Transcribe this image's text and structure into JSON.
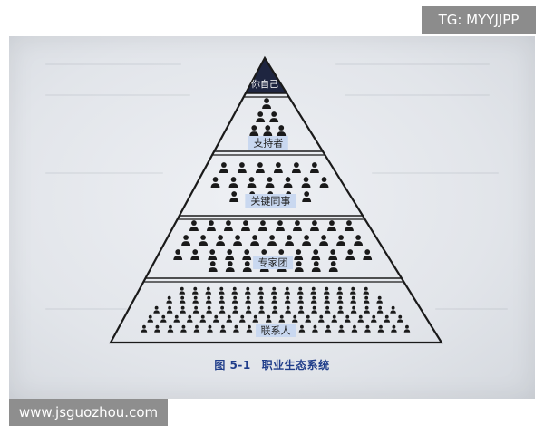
{
  "watermark_top": "TG: MYYJJPP",
  "watermark_bottom": "www.jsguozhou.com",
  "figure": {
    "caption_number": "图 5-1",
    "caption_title": "职业生态系统",
    "tiers": [
      {
        "label": "你自己",
        "icon_rows": []
      },
      {
        "label": "支持者",
        "icon_rows": [
          1,
          2,
          3
        ]
      },
      {
        "label": "关键同事",
        "icon_rows": [
          6,
          7,
          5
        ]
      },
      {
        "label": "专家团",
        "icon_rows": [
          10,
          11,
          12,
          8
        ]
      },
      {
        "label": "联系人",
        "icon_rows": [
          15,
          17,
          19,
          20,
          21
        ]
      }
    ]
  },
  "colors": {
    "tip_fill": "#1e2540",
    "outline": "#1a1a1a",
    "label_bg": "#c9d8f0",
    "caption": "#1f3d8a"
  },
  "icon_name": "person-icon"
}
